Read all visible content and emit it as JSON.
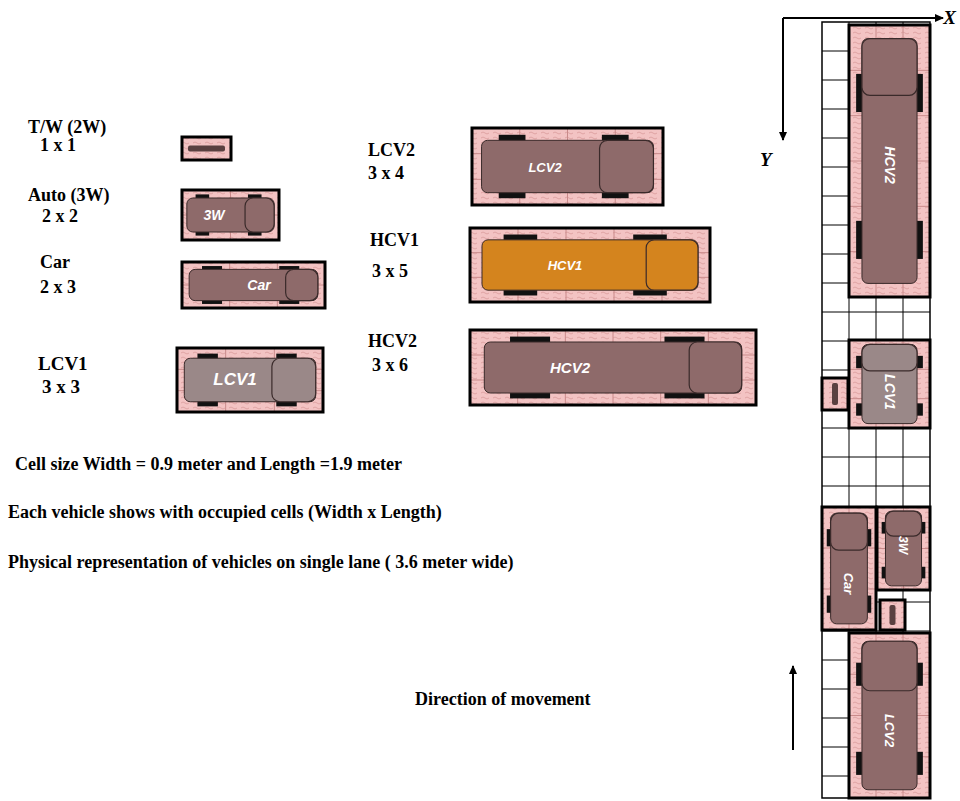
{
  "diagram": {
    "nodes": [
      {
        "text": [
          "3W"
        ]
      },
      {
        "text": [
          "Car"
        ]
      },
      {
        "text": [
          "LCV1"
        ]
      },
      {
        "text": [
          "LCV2"
        ]
      },
      {
        "text": [
          "HCV1"
        ]
      },
      {
        "text": [
          "HCV2"
        ]
      },
      {
        "text": [
          "HCV2"
        ]
      },
      {
        "text": [
          "LCV1"
        ]
      },
      {
        "text": [
          "Car"
        ]
      },
      {
        "text": [
          "3W"
        ]
      },
      {
        "text": [
          "LCV2"
        ]
      }
    ],
    "labels": [
      "T/W (2W)",
      "1 x 1",
      "Auto (3W)",
      "2 x 2",
      "Car",
      "2 x 3",
      "LCV1",
      "3 x 3",
      "LCV2",
      "3 x 4",
      "HCV1",
      "3 x 5",
      "HCV2",
      "3 x 6",
      "Cell size Width = 0.9 meter and Length =1.9 meter",
      "Each vehicle shows with occupied cells (Width x Length)",
      "Physical representation of vehicles on single lane ( 3.6 meter wide)",
      "Direction of movement",
      "X",
      "Y"
    ]
  }
}
